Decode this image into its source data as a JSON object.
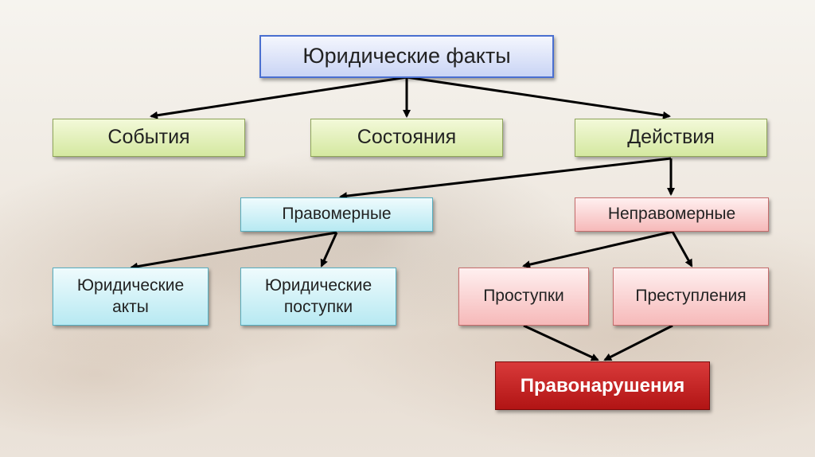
{
  "diagram": {
    "root": "Юридические факты",
    "level1": {
      "events": "События",
      "states": "Состояния",
      "actions": "Действия"
    },
    "level2": {
      "lawful": "Правомерные",
      "unlawful": "Неправомерные"
    },
    "level3": {
      "legal_acts": "Юридические\nакты",
      "legal_deeds": "Юридические\nпоступки",
      "misdemeanors": "Проступки",
      "crimes": "Преступления"
    },
    "result": "Правонарушения",
    "colors": {
      "root_border": "#4a6fd0",
      "level1_fill": "#d4e8a0",
      "lawful_fill": "#b7e9f2",
      "unlawful_fill": "#f6b9b9",
      "result_fill": "#b11414",
      "arrow": "#000000"
    }
  }
}
